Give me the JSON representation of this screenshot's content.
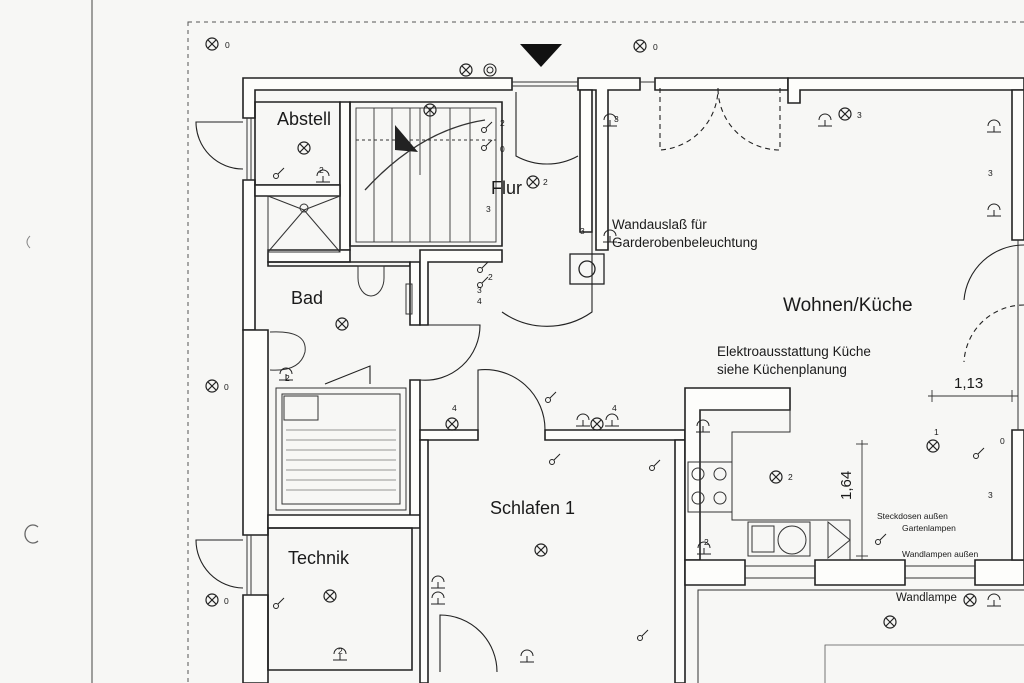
{
  "rooms": {
    "abstell": "Abstell",
    "flur": "Flur",
    "bad": "Bad",
    "technik": "Technik",
    "schlafen": "Schlafen 1",
    "wohnen": "Wohnen/Küche"
  },
  "notes": {
    "garderobe_line1": "Wandauslaß für",
    "garderobe_line2": "Garderobenbeleuchtung",
    "kueche_line1": "Elektroausstattung Küche",
    "kueche_line2": "siehe Küchenplanung",
    "steckdosen_line1": "Steckdosen außen",
    "steckdosen_line2": "Gartenlampen",
    "wandlampen_aussen": "Wandlampen außen",
    "wandlampe": "Wandlampe"
  },
  "dimensions": {
    "width": "1,13",
    "height": "1,64"
  },
  "circuit_numbers": {
    "n0": "0",
    "n1": "1",
    "n2": "2",
    "n3": "3",
    "n4": "4"
  }
}
